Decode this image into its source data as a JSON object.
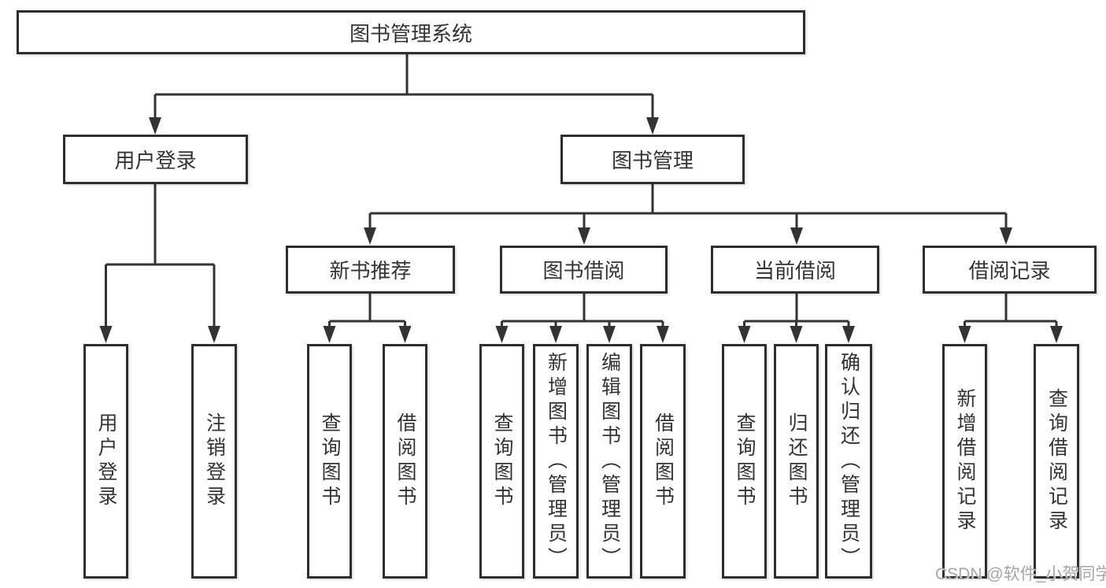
{
  "tree": {
    "root": "图书管理系统",
    "branches": [
      {
        "label": "用户登录",
        "children": [
          "用户登录",
          "注销登录"
        ]
      },
      {
        "label": "图书管理",
        "groups": [
          {
            "label": "新书推荐",
            "children": [
              "查询图书",
              "借阅图书"
            ]
          },
          {
            "label": "图书借阅",
            "children": [
              "查询图书",
              "新增图书（管理员）",
              "编辑图书（管理员）",
              "借阅图书"
            ]
          },
          {
            "label": "当前借阅",
            "children": [
              "查询图书",
              "归还图书",
              "确认归还（管理员）"
            ]
          },
          {
            "label": "借阅记录",
            "children": [
              "新增借阅记录",
              "查询借阅记录"
            ]
          }
        ]
      }
    ]
  },
  "watermark": {
    "text": "CSDN @软件_小贺同学"
  },
  "colors": {
    "line": "#333333",
    "box_border": "#2e2e2e",
    "text": "#333333",
    "watermark": "#a6a6a6",
    "background": "#ffffff"
  }
}
